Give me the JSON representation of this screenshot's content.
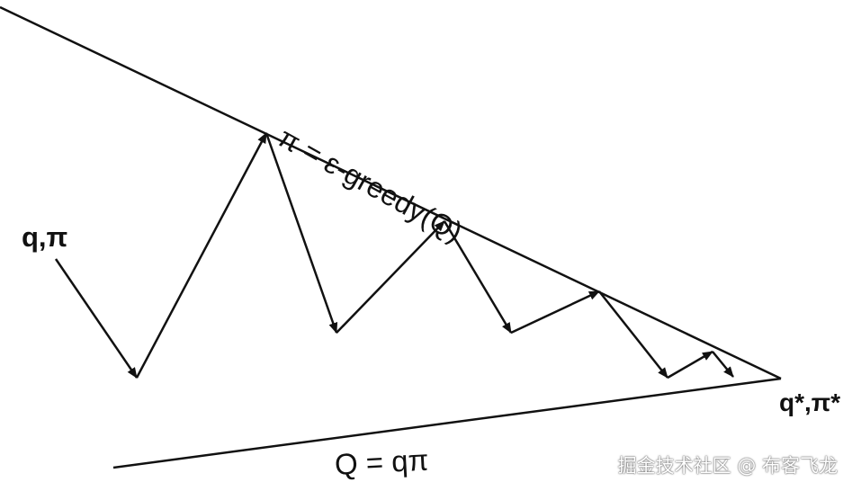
{
  "labels": {
    "start": "q,π",
    "end": "q*,π*",
    "top_line": "π = ε-greedy(Q)",
    "bottom_line": "Q = qπ"
  },
  "watermark": "掘金技术社区 @ 布客飞龙",
  "colors": {
    "ink": "#111111",
    "background": "#ffffff",
    "watermark_text": "#ffffff"
  }
}
